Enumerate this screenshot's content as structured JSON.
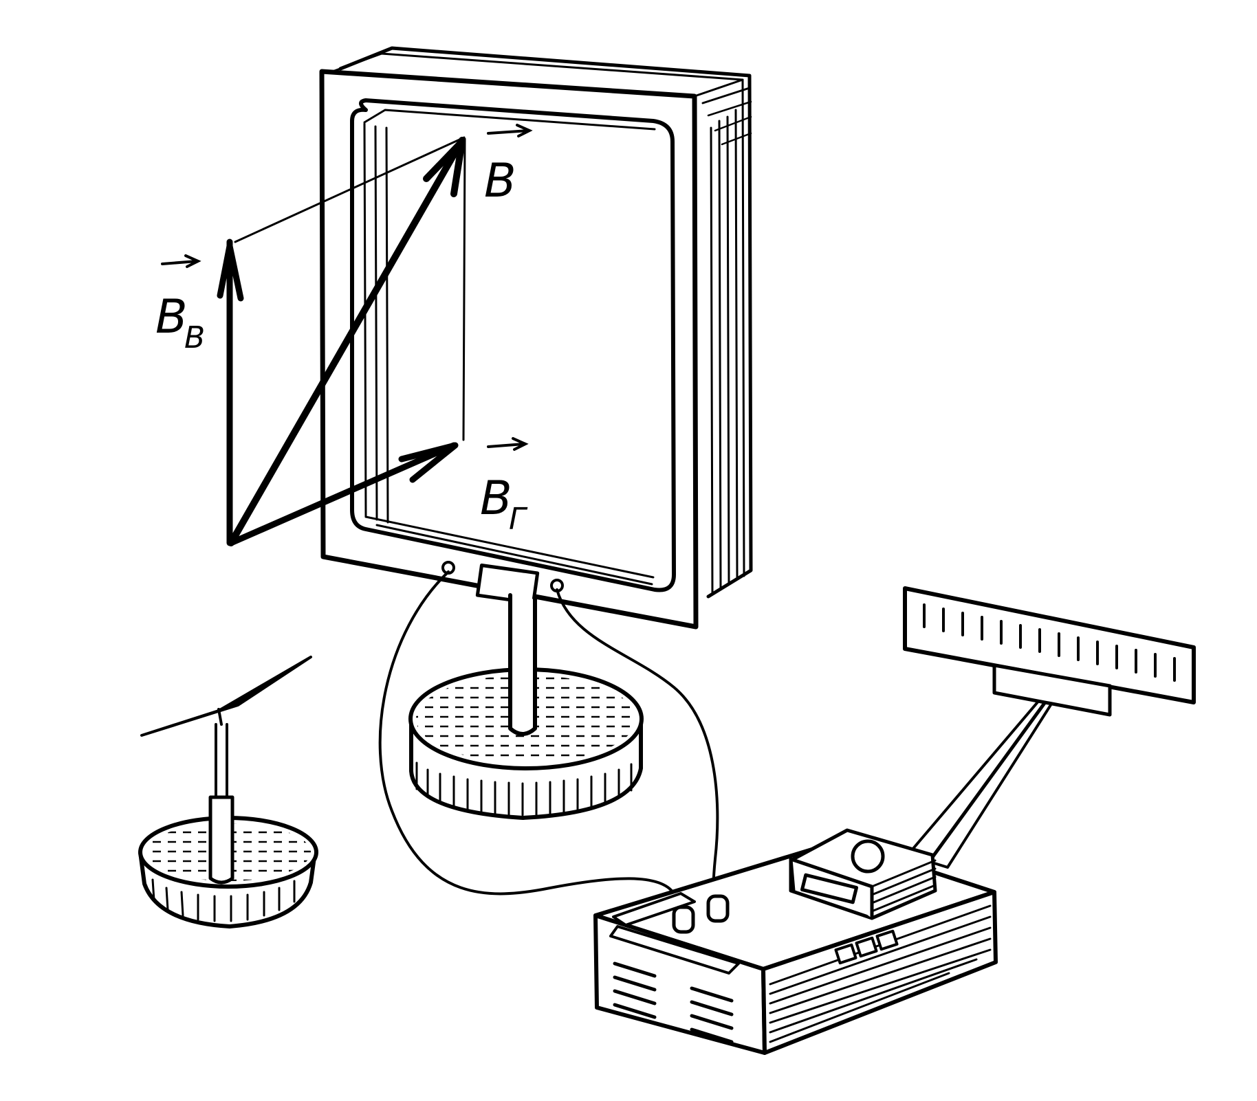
{
  "diagram": {
    "ink_color": "#000000",
    "paper_color": "#ffffff",
    "vectors": {
      "resultant": {
        "letter": "B",
        "subscript": ""
      },
      "vertical": {
        "letter": "B",
        "subscript": "В"
      },
      "horizontal": {
        "letter": "B",
        "subscript": "Г"
      }
    },
    "parts": [
      "coil-frame",
      "coil-stand",
      "compass-needle",
      "compass-stand",
      "power-supply",
      "light-pointer",
      "galvanometer-scale"
    ]
  }
}
